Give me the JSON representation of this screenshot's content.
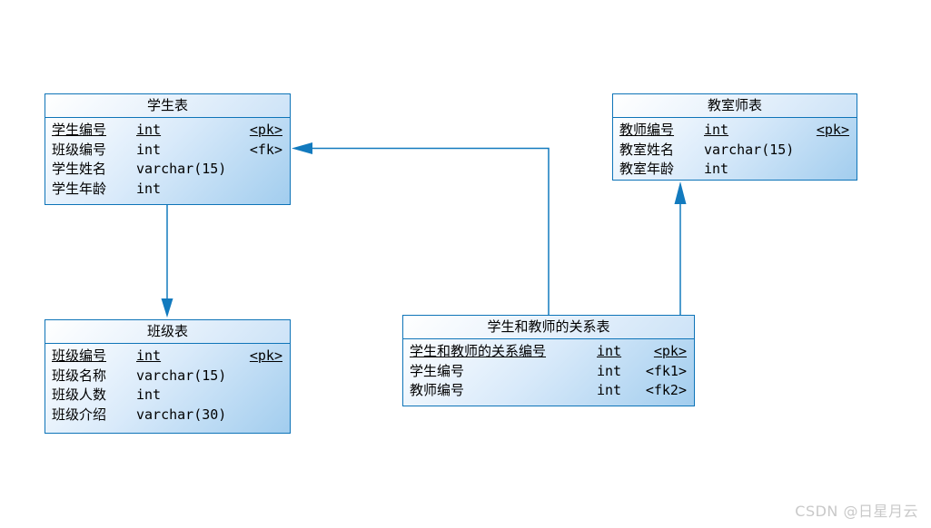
{
  "diagram": {
    "kind": "physical-data-model",
    "line_color": "#127abe",
    "border_color": "#0e74b8",
    "relationships": [
      {
        "from": "学生表",
        "to": "班级表",
        "arrow_at": "班级表"
      },
      {
        "from": "学生和教师的关系表",
        "to": "学生表",
        "arrow_at": "学生表"
      },
      {
        "from": "学生和教师的关系表",
        "to": "教室师表",
        "arrow_at": "教室师表"
      }
    ]
  },
  "tables": {
    "student": {
      "title": "学生表",
      "rows": [
        {
          "name": "学生编号",
          "type": "int",
          "tag": "<pk>"
        },
        {
          "name": "班级编号",
          "type": "int",
          "tag": "<fk>"
        },
        {
          "name": "学生姓名",
          "type": "varchar(15)",
          "tag": ""
        },
        {
          "name": "学生年龄",
          "type": "int",
          "tag": ""
        }
      ]
    },
    "teacher": {
      "title": "教室师表",
      "rows": [
        {
          "name": "教师编号",
          "type": "int",
          "tag": "<pk>"
        },
        {
          "name": "教室姓名",
          "type": "varchar(15)",
          "tag": ""
        },
        {
          "name": "教室年龄",
          "type": "int",
          "tag": ""
        }
      ]
    },
    "clazz": {
      "title": "班级表",
      "rows": [
        {
          "name": "班级编号",
          "type": "int",
          "tag": "<pk>"
        },
        {
          "name": "班级名称",
          "type": "varchar(15)",
          "tag": ""
        },
        {
          "name": "班级人数",
          "type": "int",
          "tag": ""
        },
        {
          "name": "班级介绍",
          "type": "varchar(30)",
          "tag": ""
        }
      ]
    },
    "relation": {
      "title": "学生和教师的关系表",
      "rows": [
        {
          "name": "学生和教师的关系编号",
          "type": "int",
          "tag": "<pk>"
        },
        {
          "name": "学生编号",
          "type": "int",
          "tag": "<fk1>"
        },
        {
          "name": "教师编号",
          "type": "int",
          "tag": "<fk2>"
        }
      ]
    }
  },
  "watermark": {
    "text": "CSDN @日星月云"
  }
}
